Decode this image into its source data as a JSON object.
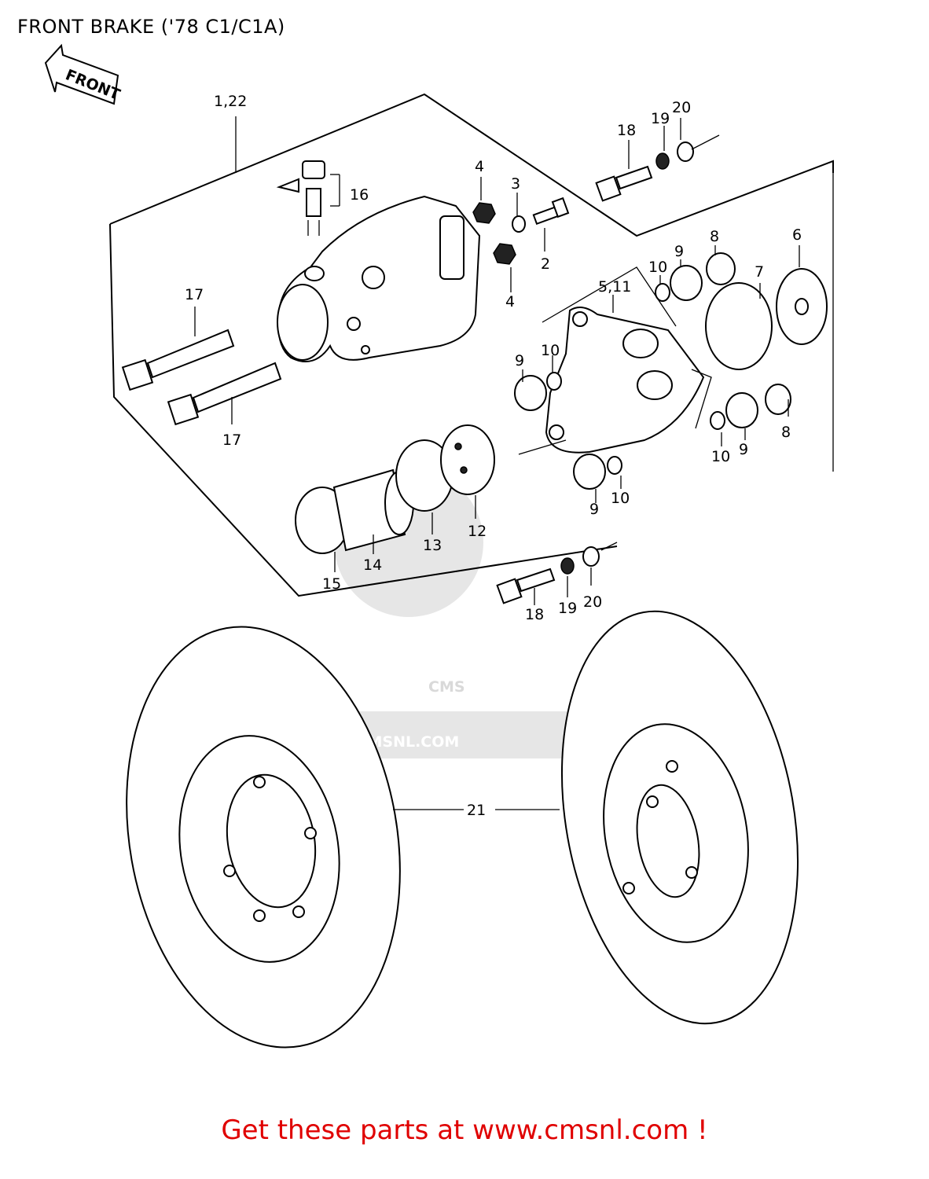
{
  "title": "FRONT BRAKE ('78 C1/C1A)",
  "front_arrow_label": "FRONT",
  "watermark": {
    "logo": "CMS",
    "url": "WWW.CMSNL.COM"
  },
  "callouts": {
    "c1_22": "1,22",
    "c16": "16",
    "c4a": "4",
    "c3": "3",
    "c2": "2",
    "c4b": "4",
    "c18a": "18",
    "c19a": "19",
    "c20a": "20",
    "c8a": "8",
    "c6": "6",
    "c10a": "10",
    "c9a": "9",
    "c7": "7",
    "c5_11": "5,11",
    "c17a": "17",
    "c17b": "17",
    "c9b": "9",
    "c10b": "10",
    "c8b": "8",
    "c10c": "10",
    "c9c": "9",
    "c9d": "9",
    "c10d": "10",
    "c12": "12",
    "c13": "13",
    "c14": "14",
    "c15": "15",
    "c18b": "18",
    "c19b": "19",
    "c20b": "20",
    "c21": "21"
  },
  "footer": "Get these parts at www.cmsnl.com !"
}
